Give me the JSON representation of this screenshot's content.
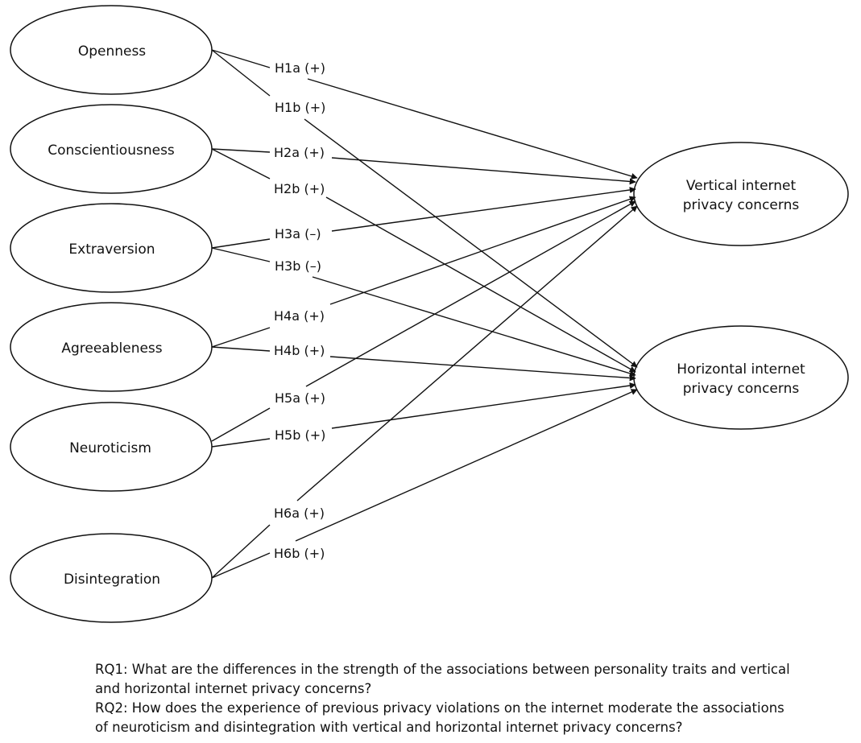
{
  "nodes": {
    "openness": "Openness",
    "conscientiousness": "Conscientiousness",
    "extraversion": "Extraversion",
    "agreeableness": "Agreeableness",
    "neuroticism": "Neuroticism",
    "disintegration": "Disintegration",
    "vertical": [
      "Vertical internet",
      "privacy concerns"
    ],
    "horizontal": [
      "Horizontal internet",
      "privacy concerns"
    ]
  },
  "hypotheses": {
    "h1a": "H1a (+)",
    "h1b": "H1b (+)",
    "h2a": "H2a (+)",
    "h2b": "H2b (+)",
    "h3a": "H3a (–)",
    "h3b": "H3b (–)",
    "h4a": "H4a (+)",
    "h4b": "H4b (+)",
    "h5a": "H5a (+)",
    "h5b": "H5b (+)",
    "h6a": "H6a (+)",
    "h6b": "H6b (+)"
  },
  "research_questions": {
    "rq1_line1": "RQ1: What are the differences in the strength of the associations between personality traits and vertical",
    "rq1_line2": "and horizontal internet privacy concerns?",
    "rq2_line1": "RQ2: How does the experience of previous privacy violations on the internet moderate the associations",
    "rq2_line2": "of neuroticism and disintegration with vertical and horizontal internet privacy concerns?"
  }
}
